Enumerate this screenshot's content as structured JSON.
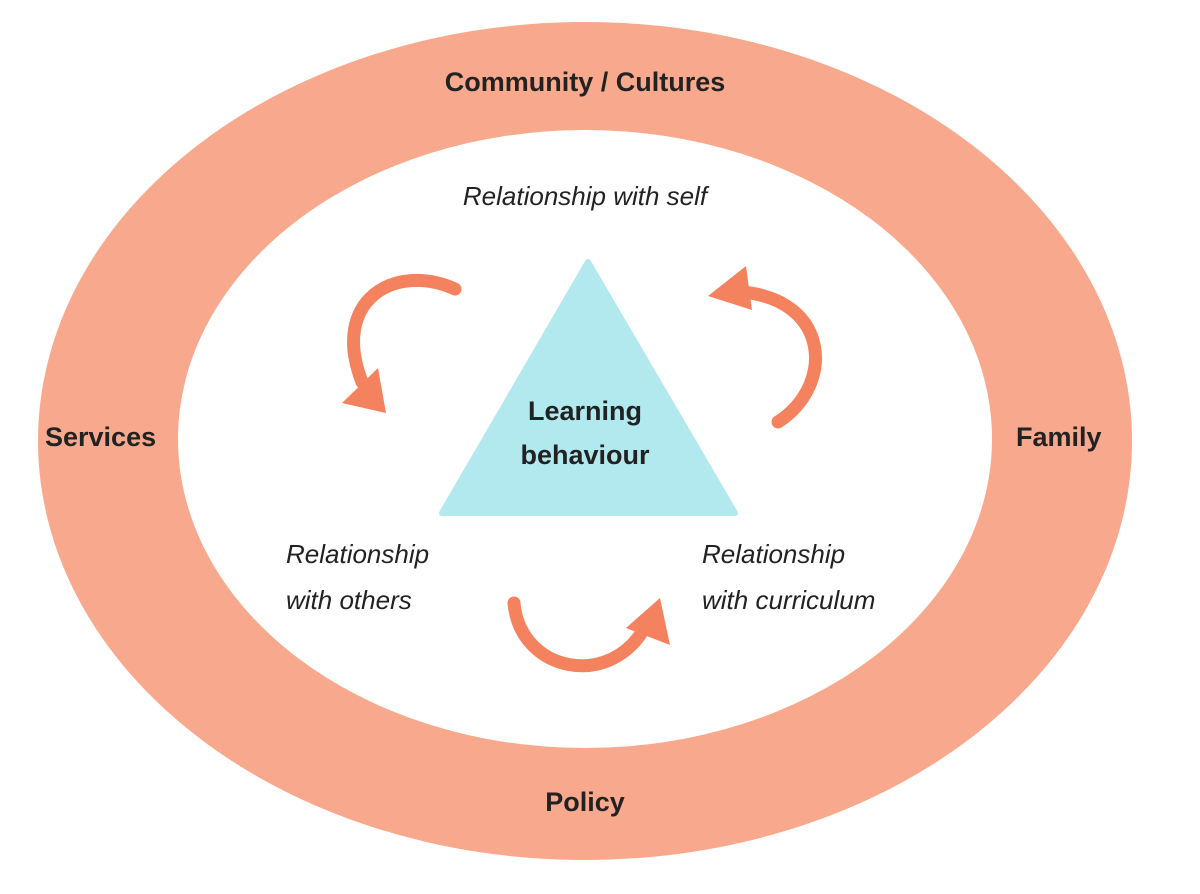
{
  "colors": {
    "ring": "#f8a98d",
    "arrow": "#f5825f",
    "triangle": "#b2e9ef",
    "inner": "#ffffff"
  },
  "ring_labels": {
    "top": "Community / Cultures",
    "left": "Services",
    "right": "Family",
    "bottom": "Policy"
  },
  "center": {
    "line1": "Learning",
    "line2": "behaviour"
  },
  "relationships": {
    "self": "Relationship with self",
    "others": [
      "Relationship",
      "with others"
    ],
    "curriculum": [
      "Relationship",
      "with curriculum"
    ]
  }
}
